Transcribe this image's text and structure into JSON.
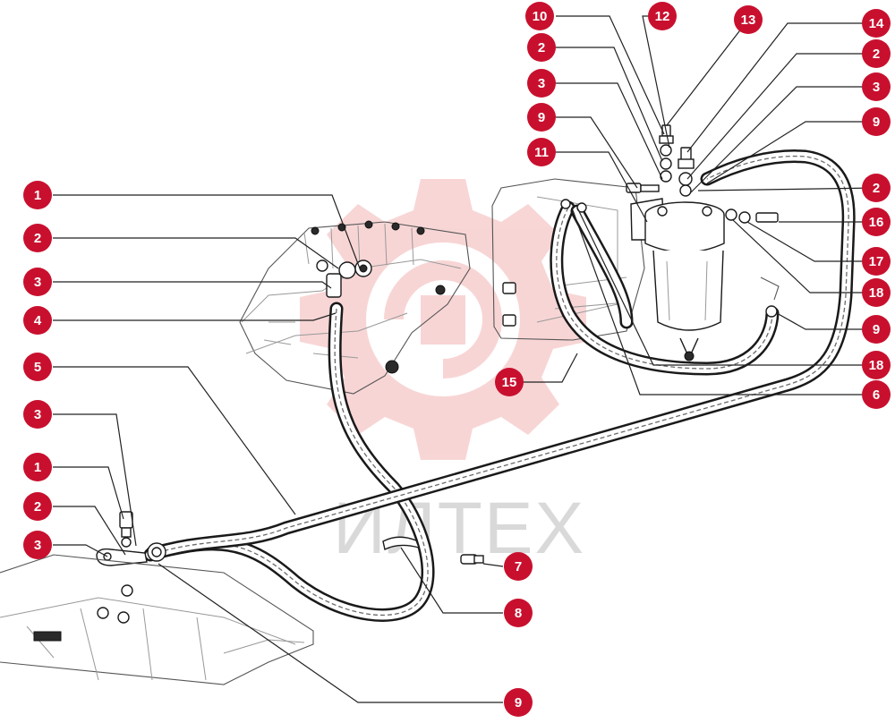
{
  "watermark": {
    "text": "ИЛТЕХ",
    "logo_icon": "gear-logo-icon",
    "logo_color": "#f6c9c9",
    "text_color": "#d9d9d9"
  },
  "colors": {
    "callout_fill": "#c8102e",
    "callout_text": "#ffffff",
    "line": "#1a1a1a"
  },
  "callouts": [
    {
      "label": "10"
    },
    {
      "label": "12"
    },
    {
      "label": "13"
    },
    {
      "label": "14"
    },
    {
      "label": "2"
    },
    {
      "label": "2"
    },
    {
      "label": "3"
    },
    {
      "label": "3"
    },
    {
      "label": "9"
    },
    {
      "label": "9"
    },
    {
      "label": "11"
    },
    {
      "label": "2"
    },
    {
      "label": "16"
    },
    {
      "label": "1"
    },
    {
      "label": "2"
    },
    {
      "label": "17"
    },
    {
      "label": "3"
    },
    {
      "label": "18"
    },
    {
      "label": "4"
    },
    {
      "label": "9"
    },
    {
      "label": "5"
    },
    {
      "label": "18"
    },
    {
      "label": "15"
    },
    {
      "label": "6"
    },
    {
      "label": "3"
    },
    {
      "label": "1"
    },
    {
      "label": "2"
    },
    {
      "label": "3"
    },
    {
      "label": "7"
    },
    {
      "label": "8"
    },
    {
      "label": "9"
    }
  ]
}
